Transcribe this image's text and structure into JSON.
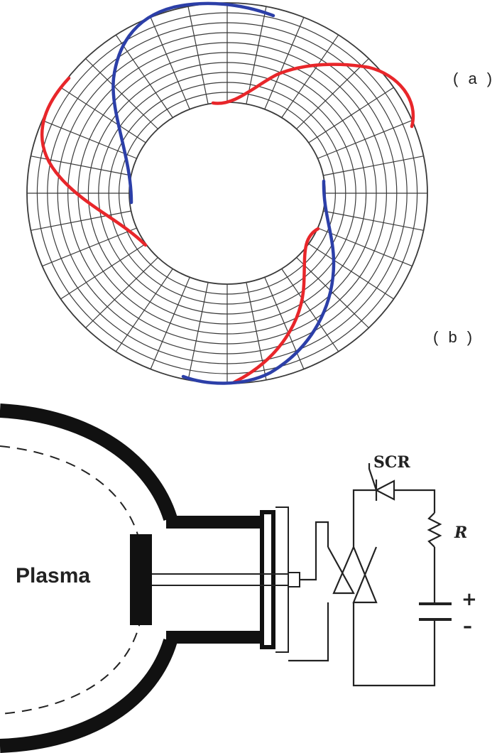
{
  "labels": {
    "panel_a": "( a )",
    "panel_b": "( b )"
  },
  "circuit": {
    "plasma_label": "Plasma",
    "scr_label": "SCR",
    "resistor_label": "R",
    "plus_sign": "+",
    "minus_sign": "–"
  },
  "colors": {
    "mesh": "#3a3a3a",
    "coil_red": "#e8262a",
    "coil_blue": "#2c3fa8",
    "vessel_wall": "#111111",
    "wire": "#222222"
  }
}
